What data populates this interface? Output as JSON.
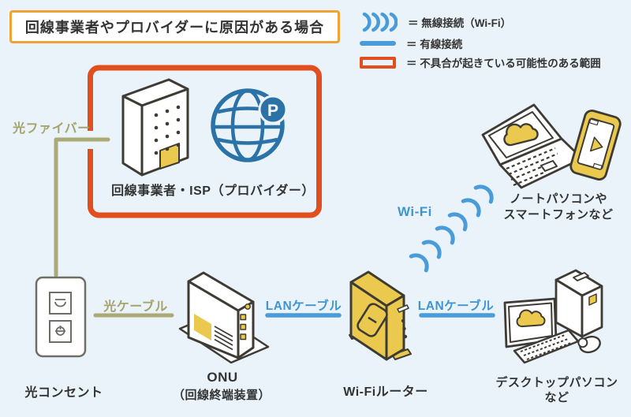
{
  "title": "回線事業者やプロバイダーに原因がある場合",
  "legend": {
    "wireless_label": "＝ 無線接続（Wi-Fi）",
    "wired_label": "＝ 有線接続",
    "fault_label": "＝ 不具合が起きている可能性のある範囲"
  },
  "provider": {
    "label": "回線事業者・ISP（プロバイダー）",
    "globe_badge": "P"
  },
  "links": {
    "fiber_label": "光ファイバー",
    "optical_cable_label": "光ケーブル",
    "lan_cable_1_label": "LANケーブル",
    "lan_cable_2_label": "LANケーブル",
    "wifi_label": "Wi-Fi"
  },
  "devices": {
    "optical_outlet_label": "光コンセント",
    "onu_label": "ONU",
    "onu_sub_label": "（回線終端装置）",
    "router_label": "Wi-Fiルーター",
    "wireless_devices_label_1": "ノートパソコンや",
    "wireless_devices_label_2": "スマートフォンなど",
    "desktop_label_1": "デスクトップパソコン",
    "desktop_label_2": "など"
  },
  "colors": {
    "background": "#e9f3f9",
    "alert_red": "#e04f1d",
    "title_amber": "#f0a232",
    "line_blue": "#4a9cd8",
    "label_blue": "#3e95d1",
    "globe_blue": "#2b72a7",
    "olive": "#a6a36c",
    "device_yellow": "#eac94e",
    "outline_dark": "#3e3b35",
    "text_dark": "#333333"
  }
}
